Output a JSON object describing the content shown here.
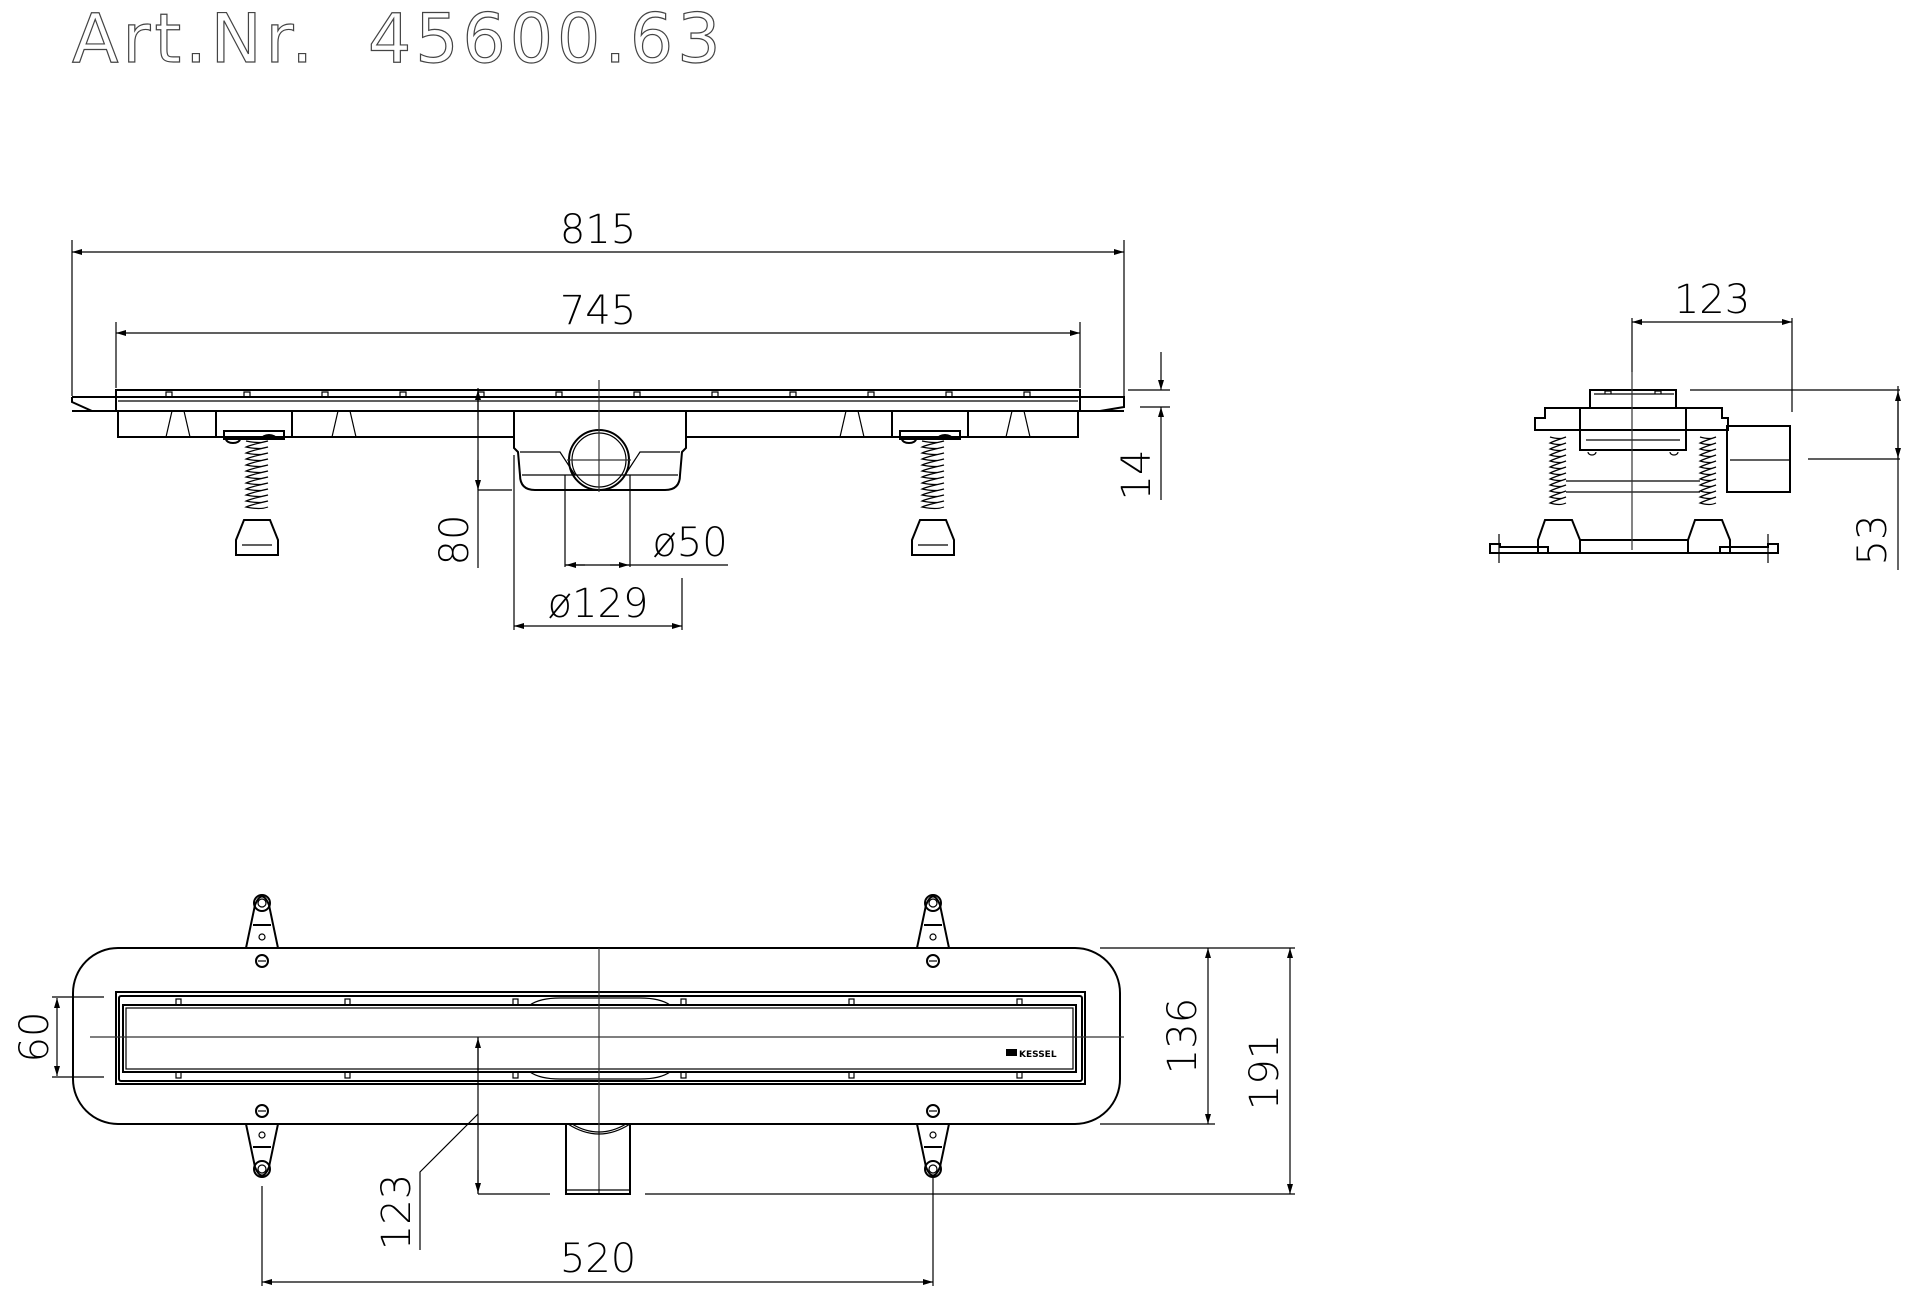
{
  "title": {
    "label": "Art.Nr.",
    "number": "45600.63"
  },
  "front_view": {
    "dimensions": {
      "overall_length": "815",
      "channel_length": "745",
      "flange_height": "14",
      "height_to_outlet": "80",
      "outlet_diameter": "ø50",
      "outlet_housing_diameter": "ø129"
    }
  },
  "side_view": {
    "dimensions": {
      "width": "123",
      "outlet_height": "53"
    }
  },
  "plan_view": {
    "logo_text": "KESSEL",
    "dimensions": {
      "grate_width": "60",
      "flange_width": "136",
      "overall_width": "191",
      "outlet_offset": "123",
      "bracket_spacing": "520"
    }
  },
  "colors": {
    "line": "#000000",
    "background": "#ffffff",
    "centerline": "#333333"
  }
}
